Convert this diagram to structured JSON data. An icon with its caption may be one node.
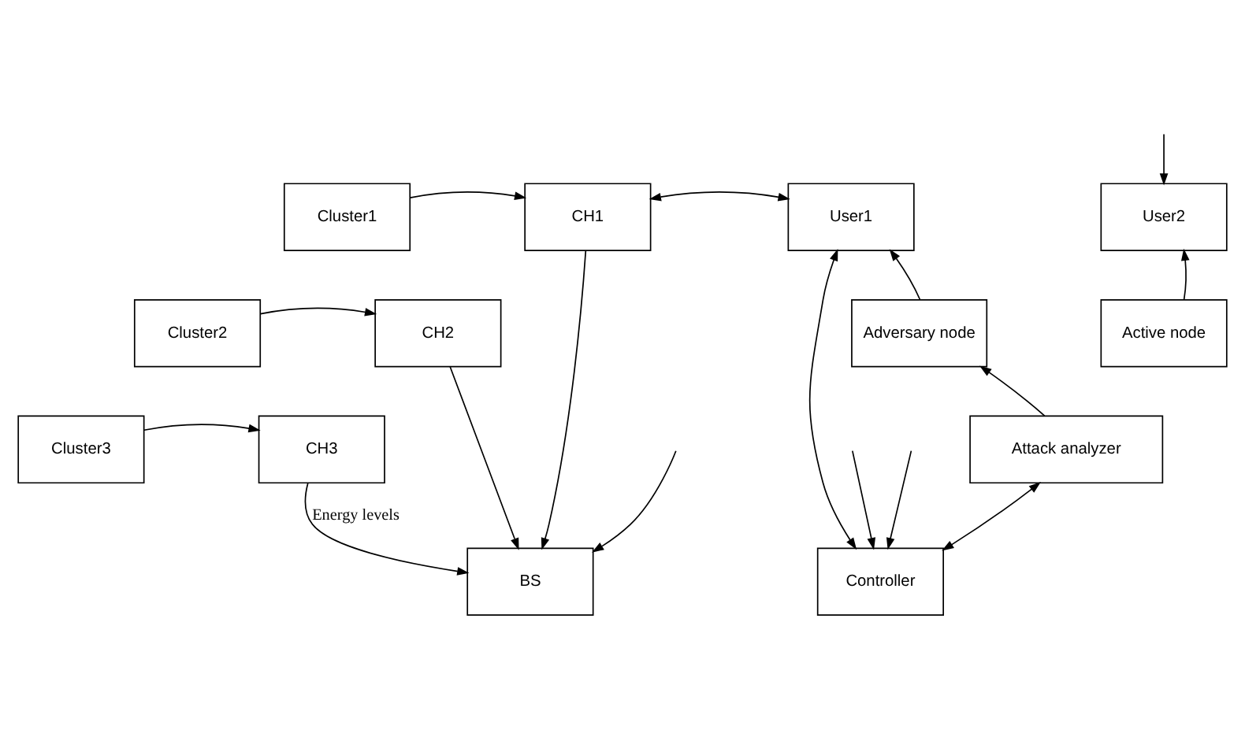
{
  "diagram": {
    "nodes": [
      {
        "text": [
          "Cluster1"
        ]
      },
      {
        "text": [
          "CH1"
        ]
      },
      {
        "text": [
          "User1"
        ]
      },
      {
        "text": [
          "User2"
        ]
      },
      {
        "text": [
          "Cluster2"
        ]
      },
      {
        "text": [
          "CH2"
        ]
      },
      {
        "text": [
          "Adversary node"
        ]
      },
      {
        "text": [
          "Active node"
        ]
      },
      {
        "text": [
          "Cluster3"
        ]
      },
      {
        "text": [
          "CH3"
        ]
      },
      {
        "text": [
          "Attack analyzer"
        ]
      },
      {
        "text": [
          "BS"
        ]
      },
      {
        "text": [
          "Controller"
        ]
      }
    ],
    "edges": [
      {
        "from": 0,
        "to": 1,
        "arrow": "to"
      },
      {
        "from": 1,
        "to": 2,
        "arrow": "both"
      },
      {
        "from": null,
        "to": 3,
        "arrow": "to"
      },
      {
        "from": 4,
        "to": 5,
        "arrow": "to"
      },
      {
        "from": 6,
        "to": 2,
        "arrow": "to"
      },
      {
        "from": 7,
        "to": 3,
        "arrow": "to"
      },
      {
        "from": 8,
        "to": 9,
        "arrow": "to"
      },
      {
        "from": 1,
        "to": 11,
        "arrow": "to"
      },
      {
        "from": 5,
        "to": 11,
        "arrow": "to"
      },
      {
        "from": 9,
        "to": 11,
        "arrow": "to",
        "label": "Energy levels"
      },
      {
        "from": 10,
        "to": 6,
        "arrow": "to"
      },
      {
        "from": 10,
        "to": 12,
        "arrow": "both"
      },
      {
        "from": 12,
        "to": 2,
        "arrow": "both"
      },
      {
        "from": null,
        "to": 12,
        "arrow": "to"
      },
      {
        "from": null,
        "to": 12,
        "arrow": "to"
      },
      {
        "from": null,
        "to": 11,
        "arrow": "to"
      }
    ]
  }
}
